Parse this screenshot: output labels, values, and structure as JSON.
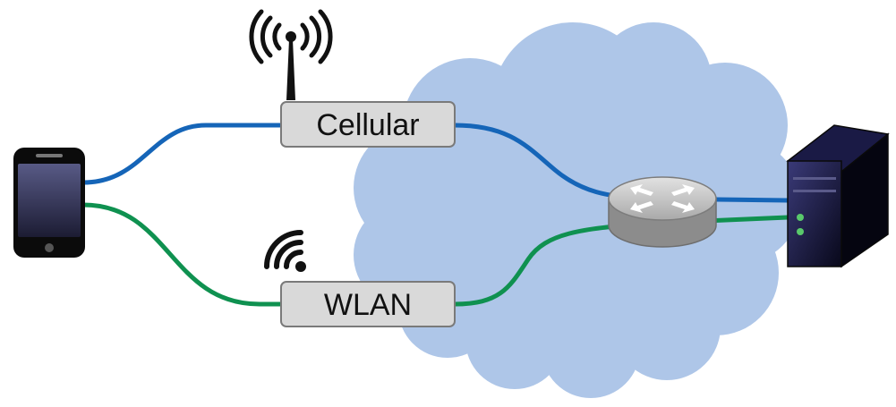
{
  "diagram": {
    "nodes": {
      "phone": {
        "icon": "smartphone-icon"
      },
      "cellular": {
        "label": "Cellular",
        "icon": "cell-tower-icon"
      },
      "wlan": {
        "label": "WLAN",
        "icon": "wifi-icon"
      },
      "router": {
        "icon": "router-icon"
      },
      "server": {
        "icon": "server-icon"
      },
      "cloud": {
        "icon": "cloud-icon"
      }
    },
    "links": [
      {
        "from": "phone",
        "via": "cellular",
        "to": "server",
        "color": "#1565b8"
      },
      {
        "from": "phone",
        "via": "wlan",
        "to": "server",
        "color": "#0f9150"
      }
    ],
    "colors": {
      "cloud": "#aec6e8",
      "box_fill": "#d9d9d9",
      "box_stroke": "#7a7a7a",
      "cellular_path": "#1565b8",
      "wlan_path": "#0f9150",
      "device_dark": "#0b0b1e"
    }
  }
}
